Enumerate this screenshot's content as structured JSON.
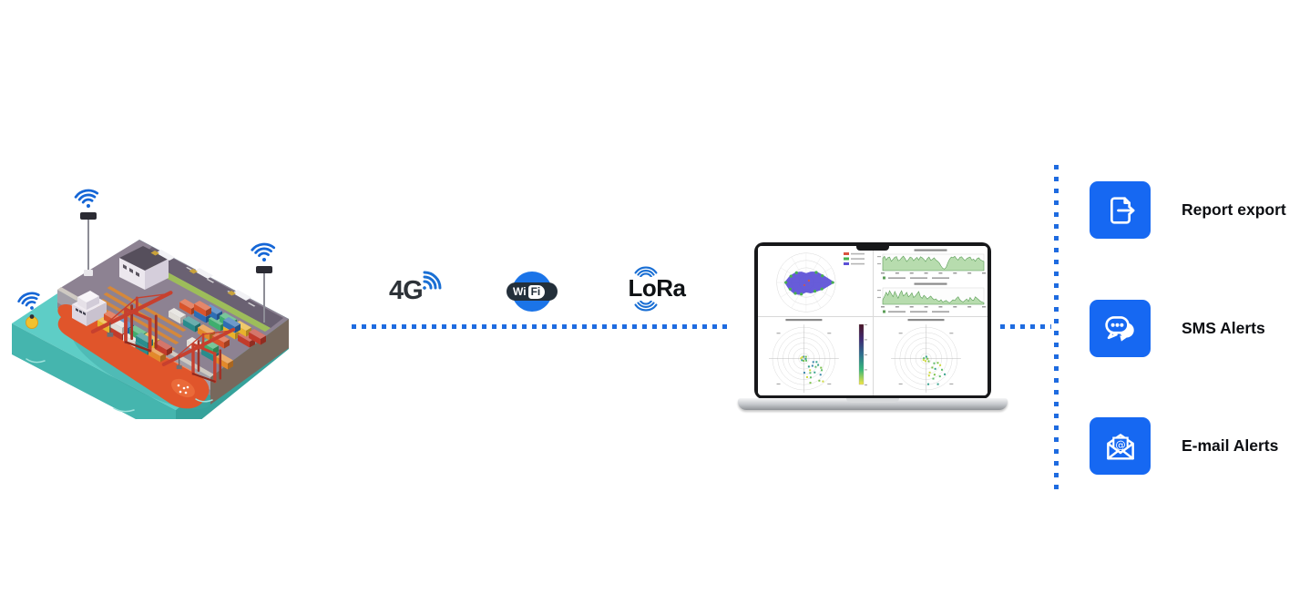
{
  "colors": {
    "accent_blue": "#1668f2",
    "signal_blue": "#1566d6",
    "dotted_line_blue": "#1e6be0",
    "label_text": "#0c0e12"
  },
  "illustration": {
    "name": "smart-port-with-iot-wifi-sensors",
    "wifi_sensor_count": 3
  },
  "connectivity": {
    "items": [
      {
        "label": "4G",
        "icon": "4g-signal-icon"
      },
      {
        "label": "WiFi",
        "icon": "wifi-logo-icon",
        "wifi_left": "Wi",
        "wifi_right": "Fi"
      },
      {
        "label": "LoRa",
        "icon": "lora-signal-icon"
      }
    ]
  },
  "laptop": {
    "name": "monitoring-dashboard-laptop"
  },
  "outputs": {
    "items": [
      {
        "label": "Report export",
        "icon": "report-export-icon"
      },
      {
        "label": "SMS Alerts",
        "icon": "sms-alerts-icon"
      },
      {
        "label": "E-mail Alerts",
        "icon": "email-alerts-icon"
      }
    ]
  },
  "icons": {
    "email_at_glyph": "@"
  },
  "chart_data": [
    {
      "id": "windrose",
      "type": "polar-bar",
      "directions": 16,
      "values": [
        0.32,
        0.4,
        0.52,
        0.64,
        0.97,
        0.62,
        0.45,
        0.4,
        0.34,
        0.46,
        0.56,
        0.63,
        0.74,
        0.6,
        0.5,
        0.4
      ],
      "colors": {
        "main": "#5b50d6",
        "tips": "#46b14d",
        "minor": "#d9533f"
      },
      "legend_colors": [
        "#d9533f",
        "#46b14d",
        "#5b50d6"
      ]
    },
    {
      "id": "ts1",
      "type": "area",
      "fill": "#b7dcae",
      "stroke": "#5b9e57",
      "values": [
        0.82,
        0.95,
        0.7,
        0.86,
        0.9,
        0.62,
        0.75,
        0.88,
        0.93,
        0.66,
        0.7,
        0.85,
        0.96,
        0.8,
        0.6,
        0.73,
        0.9,
        0.84,
        0.66,
        0.78,
        0.88,
        0.7,
        0.92,
        0.85,
        0.74,
        0.6,
        0.8,
        0.9,
        0.68,
        0.75,
        0.85,
        0.7,
        0.62,
        0.5,
        0.3,
        0.16,
        0.1,
        0.22,
        0.52,
        0.76,
        0.9,
        0.85,
        0.95,
        0.8,
        0.7,
        0.88,
        0.92,
        0.78,
        0.66,
        0.8,
        0.86,
        0.9,
        0.7,
        0.76,
        0.62,
        0.8,
        0.85,
        0.72,
        0.66,
        0.6
      ]
    },
    {
      "id": "ts2",
      "type": "area",
      "fill": "#b7dcae",
      "stroke": "#5b9e57",
      "values": [
        0.3,
        0.52,
        0.8,
        0.6,
        0.9,
        0.7,
        0.5,
        0.85,
        0.62,
        0.4,
        0.7,
        0.9,
        0.55,
        0.65,
        0.8,
        0.5,
        0.6,
        0.76,
        0.45,
        0.55,
        0.7,
        0.85,
        0.5,
        0.4,
        0.6,
        0.5,
        0.35,
        0.45,
        0.55,
        0.4,
        0.3,
        0.36,
        0.25,
        0.2,
        0.3,
        0.15,
        0.2,
        0.26,
        0.15,
        0.1,
        0.2,
        0.3,
        0.25,
        0.4,
        0.5,
        0.3,
        0.2,
        0.16,
        0.26,
        0.35,
        0.2,
        0.45,
        0.3,
        0.26,
        0.5,
        0.4,
        0.3,
        0.2,
        0.15,
        0.1
      ]
    },
    {
      "id": "scatter1",
      "type": "polar-scatter",
      "colorbar": true,
      "colorbar_stops": [
        "#4a1425",
        "#3e2a72",
        "#2e6e8e",
        "#35b779",
        "#f4e645"
      ],
      "point_colors": [
        "#36a18c",
        "#7dc24b",
        "#cfd93f",
        "#3a87aa",
        "#63bf6e"
      ],
      "points": [
        [
          10,
          0.06
        ],
        [
          95,
          0.07
        ],
        [
          185,
          0.09
        ],
        [
          265,
          0.06
        ],
        [
          40,
          0.1
        ],
        [
          140,
          0.08
        ],
        [
          320,
          0.09
        ],
        [
          225,
          0.07
        ],
        [
          20,
          0.32
        ],
        [
          35,
          0.46
        ],
        [
          52,
          0.56
        ],
        [
          28,
          0.62
        ],
        [
          62,
          0.42
        ],
        [
          44,
          0.74
        ],
        [
          70,
          0.64
        ],
        [
          24,
          0.5
        ],
        [
          55,
          0.86
        ],
        [
          80,
          0.6
        ],
        [
          40,
          0.36
        ],
        [
          66,
          0.5
        ],
        [
          15,
          0.42
        ],
        [
          75,
          0.8
        ],
        [
          50,
          0.95
        ],
        [
          88,
          0.45
        ],
        [
          33,
          0.68
        ],
        [
          58,
          0.3
        ]
      ]
    },
    {
      "id": "scatter2",
      "type": "polar-scatter",
      "colorbar": false,
      "point_colors": [
        "#7dc24b",
        "#cfd93f",
        "#63bf6e",
        "#36a18c"
      ],
      "points": [
        [
          5,
          0.05
        ],
        [
          100,
          0.08
        ],
        [
          190,
          0.07
        ],
        [
          280,
          0.06
        ],
        [
          45,
          0.12
        ],
        [
          150,
          0.09
        ],
        [
          30,
          0.3
        ],
        [
          48,
          0.44
        ],
        [
          62,
          0.58
        ],
        [
          25,
          0.5
        ],
        [
          70,
          0.68
        ],
        [
          40,
          0.78
        ],
        [
          55,
          0.35
        ],
        [
          80,
          0.55
        ],
        [
          35,
          0.62
        ],
        [
          65,
          0.9
        ],
        [
          20,
          0.4
        ],
        [
          75,
          0.46
        ],
        [
          52,
          0.72
        ],
        [
          85,
          0.82
        ]
      ]
    }
  ]
}
